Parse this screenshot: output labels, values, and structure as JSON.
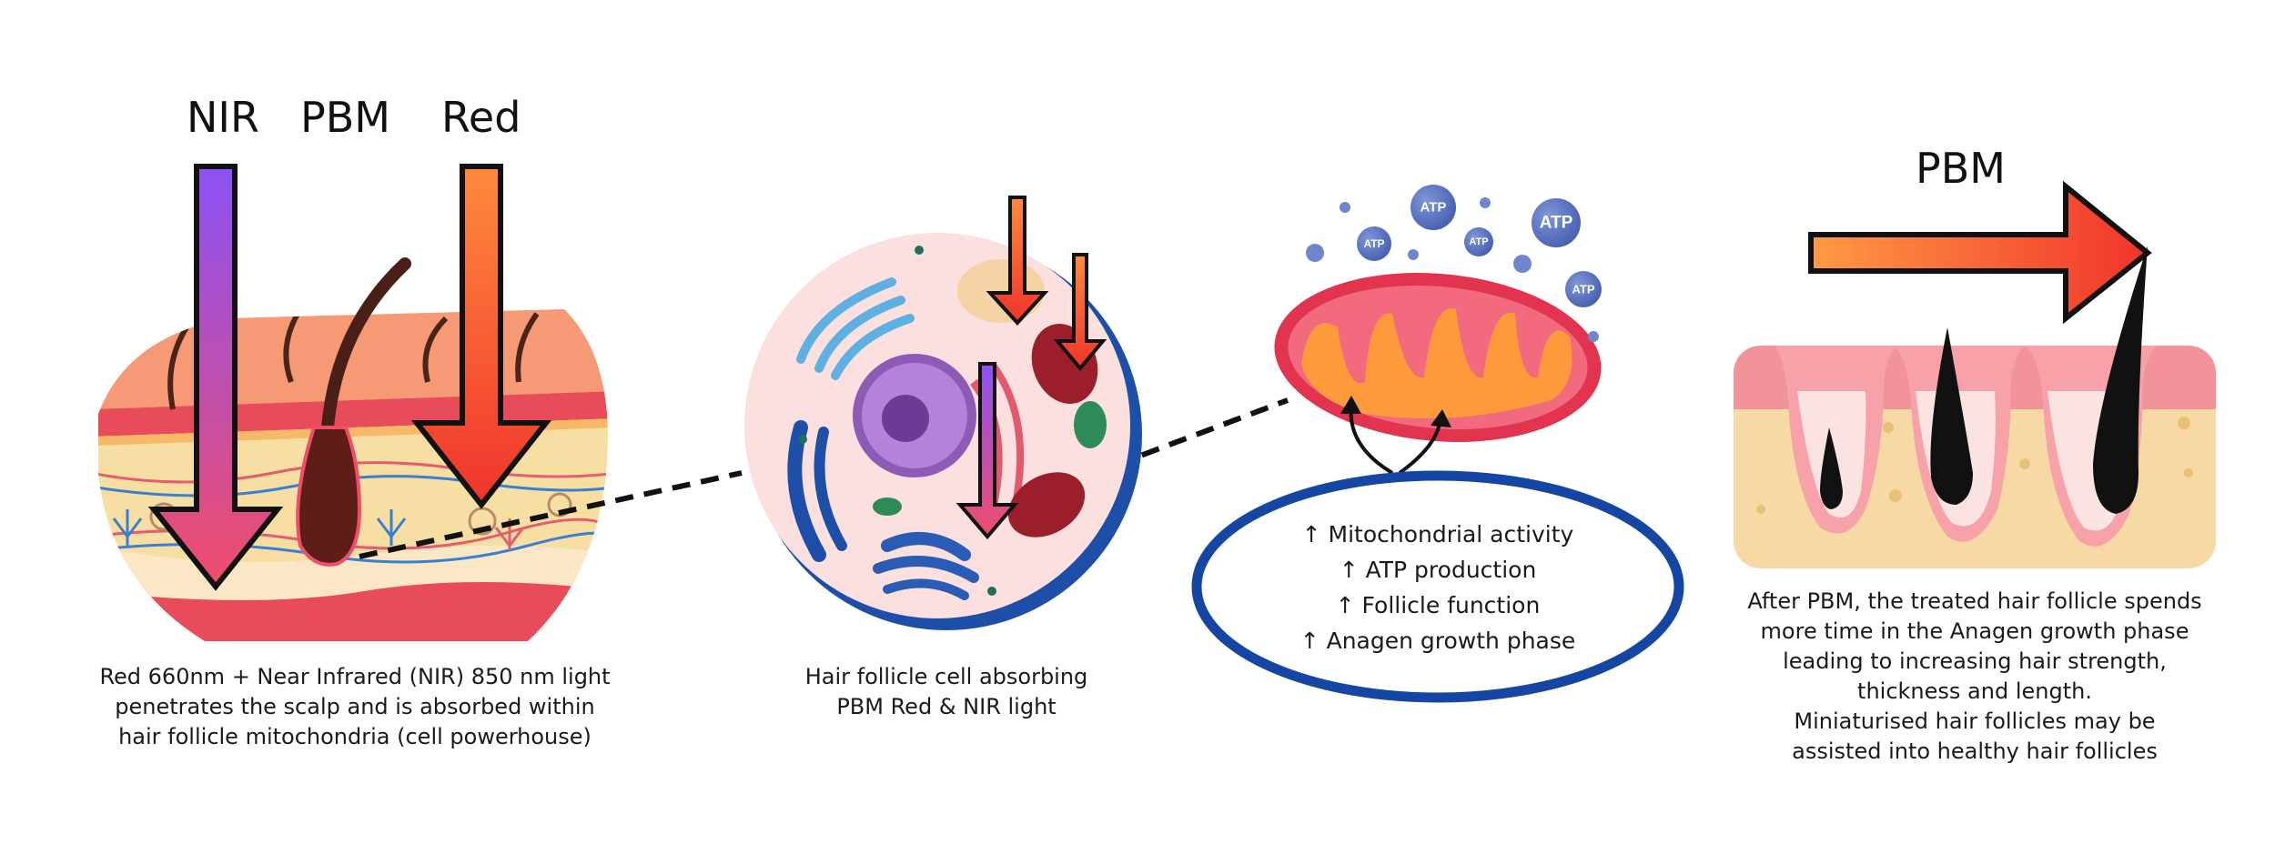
{
  "labels": {
    "nir": "NIR",
    "pbm": "PBM",
    "red": "Red",
    "pbm_after": "PBM"
  },
  "atp": {
    "text": "ATP"
  },
  "benefits": [
    "↑ Mitochondrial activity",
    "↑ ATP production",
    "↑ Follicle function",
    "↑ Anagen growth phase"
  ],
  "captions": {
    "scalp": [
      "Red 660nm + Near Infrared (NIR) 850 nm light",
      "penetrates the scalp and is absorbed within",
      "hair follicle mitochondria (cell powerhouse)"
    ],
    "cell": [
      "Hair follicle cell absorbing",
      "PBM Red & NIR light"
    ],
    "after": [
      "After PBM, the treated hair follicle spends",
      "more time in the Anagen growth phase",
      "leading to increasing hair strength,",
      "thickness and length.",
      "Miniaturised hair follicles may be",
      "assisted into healthy hair follicles"
    ]
  },
  "colors": {
    "red_arrow_top": "#ff8a3d",
    "red_arrow_bottom": "#f0342b",
    "nir_top": "#8b52f5",
    "nir_bottom": "#f04d6a",
    "skin": "#f59a74",
    "dermis": "#f7dfa3",
    "cell_border": "#1e4fa8",
    "oval_border": "#1546a3",
    "atp": "#4a64b6"
  }
}
